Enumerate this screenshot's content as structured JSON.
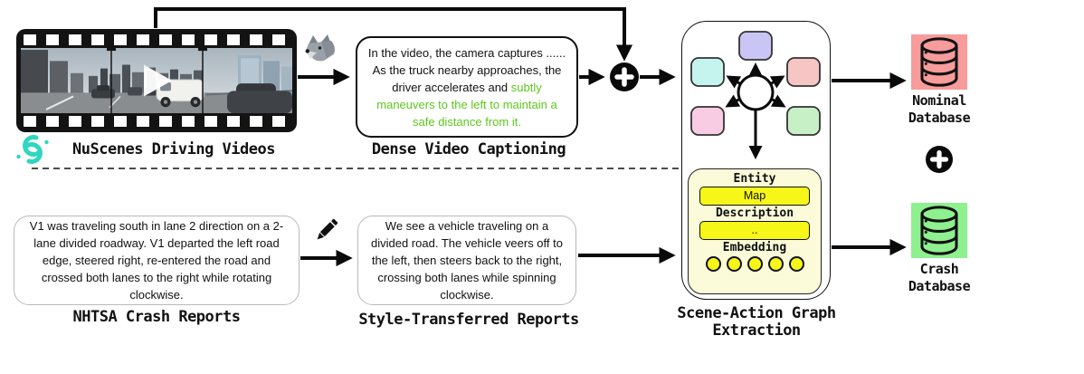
{
  "top": {
    "video_label": "NuScenes Driving Videos",
    "caption_label": "Dense Video Captioning",
    "caption_text_plain": "In the video, the camera captures ...... As the truck nearby approaches, the driver accelerates and ",
    "caption_text_highlight": "subtly maneuvers to the left to maintain a safe distance from it."
  },
  "graph": {
    "title_line1": "Scene-Action Graph",
    "title_line2": "Extraction",
    "entity_label": "Entity",
    "map_value": "Map",
    "description_label": "Description",
    "description_value": "..",
    "embedding_label": "Embedding"
  },
  "bottom": {
    "nhtsa_label": "NHTSA Crash Reports",
    "nhtsa_text": "V1 was traveling south in lane 2 direction on a 2-lane divided roadway. V1 departed the left road edge, steered right, re-entered the road and crossed both lanes to the right while rotating clockwise.",
    "style_label": "Style-Transferred Reports",
    "style_text": "We see a vehicle traveling on a divided road. The vehicle veers off to the left, then steers back to the right, crossing both lanes while spinning clockwise."
  },
  "databases": {
    "nominal_line1": "Nominal",
    "nominal_line2": "Database",
    "crash_line1": "Crash",
    "crash_line2": "Database"
  },
  "icons": {
    "wolf": "wolf-emoji",
    "pencil": "pencil-edit",
    "plus_top": "fusion-plus",
    "plus_right": "merge-plus",
    "play": "video-play",
    "nominal_database": "database-cylinder",
    "crash_database": "database-cylinder",
    "nuscenes": "nuscenes-logo"
  },
  "colors": {
    "highlight_green": "#5ec71e",
    "nuscenes_teal": "#2fd6c0",
    "nominal_bg": "#f79b9b",
    "crash_bg": "#8ef08e",
    "node_lavender": "#c9c5f4",
    "node_cyan": "#c5f4ef",
    "node_salmon": "#f6c6c4",
    "node_pink": "#f8cce2",
    "node_green": "#c8f0c6",
    "panel_yellow": "#fbfbd9",
    "field_yellow": "#f6f618"
  }
}
